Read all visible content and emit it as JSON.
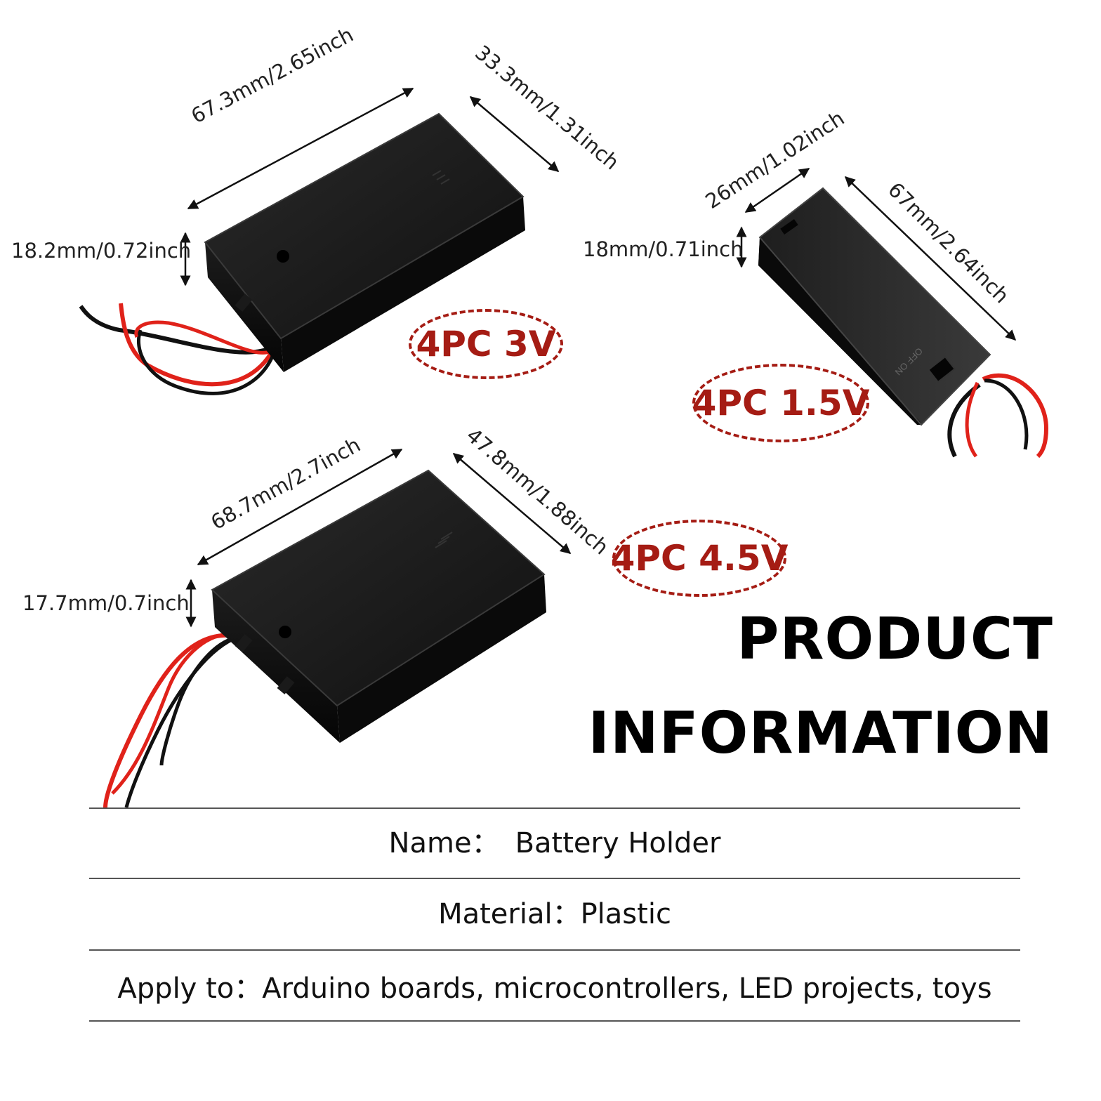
{
  "holder_3v": {
    "length_label": "67.3mm/2.65inch",
    "width_label": "33.3mm/1.31inch",
    "height_label": "18.2mm/0.72inch",
    "badge": "4PC 3V"
  },
  "holder_1_5v": {
    "width_label": "26mm/1.02inch",
    "length_label": "67mm/2.64inch",
    "height_label": "18mm/0.71inch",
    "badge": "4PC 1.5V",
    "switch_text": "OFF ON"
  },
  "holder_4_5v": {
    "length_label": "68.7mm/2.7inch",
    "width_label": "47.8mm/1.88inch",
    "height_label": "17.7mm/0.7inch",
    "badge": "4PC 4.5V"
  },
  "heading": {
    "line1": "PRODUCT",
    "line2": "INFORMATION"
  },
  "info_rows": [
    {
      "label": "Name：",
      "value": "Battery Holder"
    },
    {
      "label": "Material：",
      "value": "Plastic"
    },
    {
      "label": "Apply to：",
      "value": "Arduino boards, microcontrollers, LED projects, toys"
    }
  ],
  "colors": {
    "badge_red": "#a51c14",
    "case_black": "#141414",
    "wire_red": "#e0221a"
  }
}
